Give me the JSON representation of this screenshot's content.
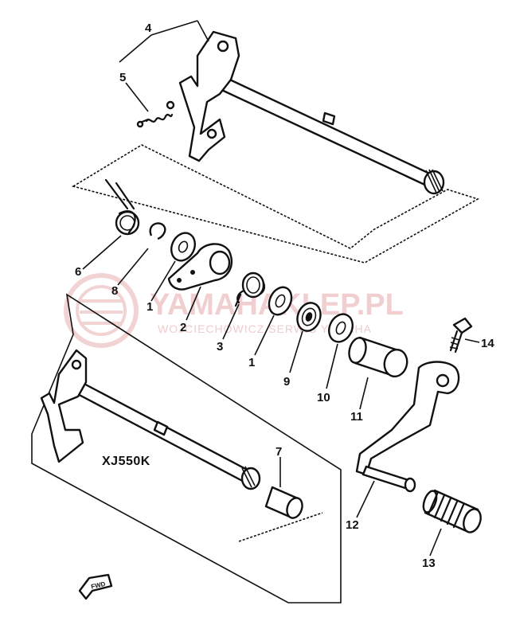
{
  "labels": {
    "l1a": "1",
    "l1b": "1",
    "l2": "2",
    "l3": "3",
    "l4": "4",
    "l5": "5",
    "l6": "6",
    "l7": "7",
    "l8": "8",
    "l9": "9",
    "l10": "10",
    "l11": "11",
    "l12": "12",
    "l13": "13",
    "l14": "14"
  },
  "model_label": "XJ550K",
  "watermark": {
    "main": "YAMAHAKLEP.PL",
    "sub": "WOJCIECHOWICZ SERWIS YAMAHA"
  },
  "forward_arrow": "FWD",
  "colors": {
    "ink": "#111111",
    "watermark": "#e7a9aa",
    "background": "#ffffff"
  }
}
